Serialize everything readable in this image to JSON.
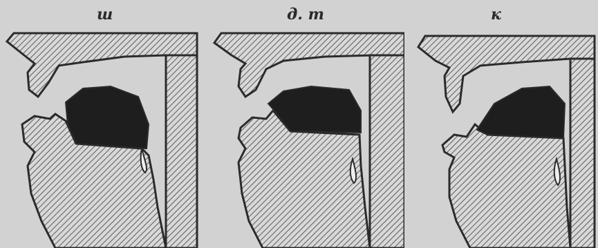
{
  "figure": {
    "colors": {
      "background": "#d2d2d2",
      "ink": "#2b2b2b",
      "hatch": "#5a5a5a",
      "cavity": "#1e1e1e"
    },
    "panels": [
      {
        "label": "ш"
      },
      {
        "label": "д. т"
      },
      {
        "label": "к"
      }
    ]
  }
}
